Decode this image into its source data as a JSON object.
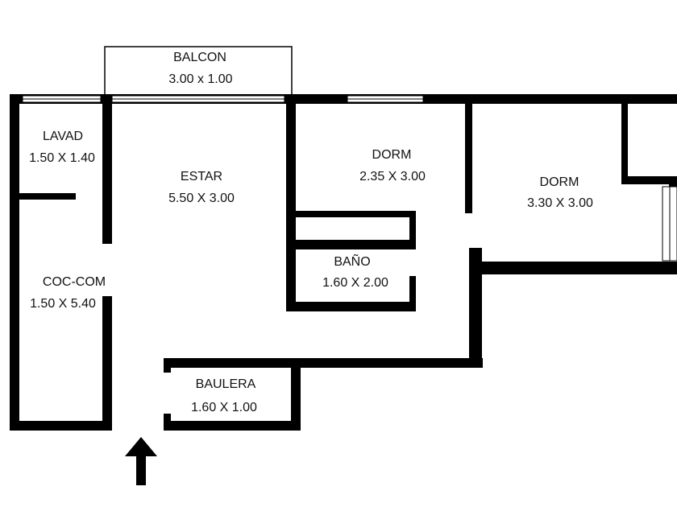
{
  "rooms": {
    "balcon": {
      "name": "BALCON",
      "size": "3.00 x 1.00"
    },
    "lavad": {
      "name": "LAVAD",
      "size": "1.50 X 1.40"
    },
    "estar": {
      "name": "ESTAR",
      "size": "5.50 X 3.00"
    },
    "dorm1": {
      "name": "DORM",
      "size": "2.35 X 3.00"
    },
    "dorm2": {
      "name": "DORM",
      "size": "3.30 X 3.00"
    },
    "cocom": {
      "name": "COC-COM",
      "size": "1.50 X 5.40"
    },
    "bano": {
      "name": "BAÑO",
      "size": "1.60 X 2.00"
    },
    "baulera": {
      "name": "BAULERA",
      "size": "1.60 X 1.00"
    }
  },
  "icons": {
    "entrance": "up-arrow-icon"
  },
  "colors": {
    "wall": "#000000",
    "background": "#ffffff"
  }
}
